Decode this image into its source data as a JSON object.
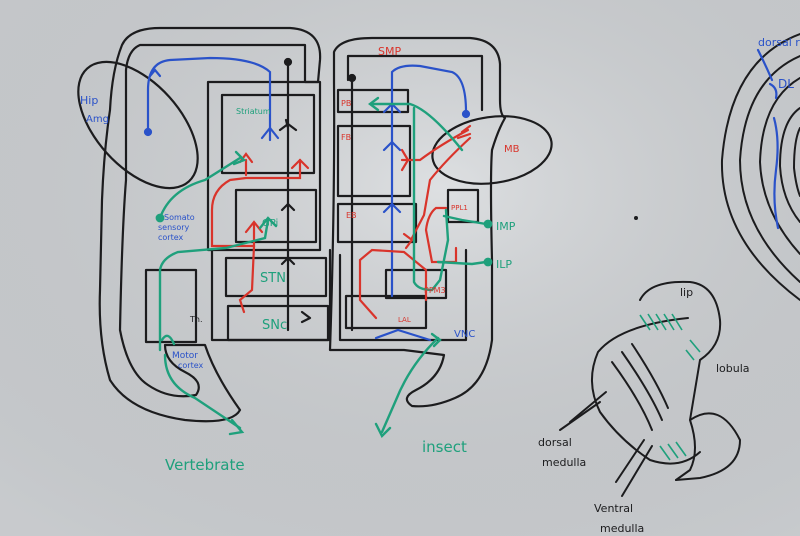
{
  "colors": {
    "board": "#d2d5d8",
    "black": "#1c1c1e",
    "red": "#d9342b",
    "blue": "#2a52c9",
    "green": "#1fa07c"
  },
  "vertebrate": {
    "title": "Vertebrate",
    "hip_amg": [
      "Hip",
      "Amg"
    ],
    "striatum": "Striatum",
    "gpi": "GPi",
    "stn": "STN",
    "snc": "SNc",
    "somatosensory": [
      "Somato",
      "sensory",
      "cortex"
    ],
    "thalamus": "Th.",
    "motor_cortex": [
      "Motor",
      "cortex"
    ]
  },
  "insect": {
    "title": "insect",
    "smp": "SMP",
    "pb": "PB",
    "fb": "FB",
    "eb": "EB",
    "mb": "MB",
    "ppl1": "PPL1",
    "imp": "IMP",
    "ilp": "ILP",
    "ppm3": "PPM3",
    "lal": "LAL",
    "vnc": "VNC"
  },
  "optic": {
    "lip": "lip",
    "lobula": "lobula",
    "dorsal_medulla": [
      "dorsal",
      "medulla"
    ],
    "ventral_medulla": [
      "Ventral",
      "medulla"
    ],
    "dorsal_rim": "dorsal rim",
    "dl": "DL"
  }
}
